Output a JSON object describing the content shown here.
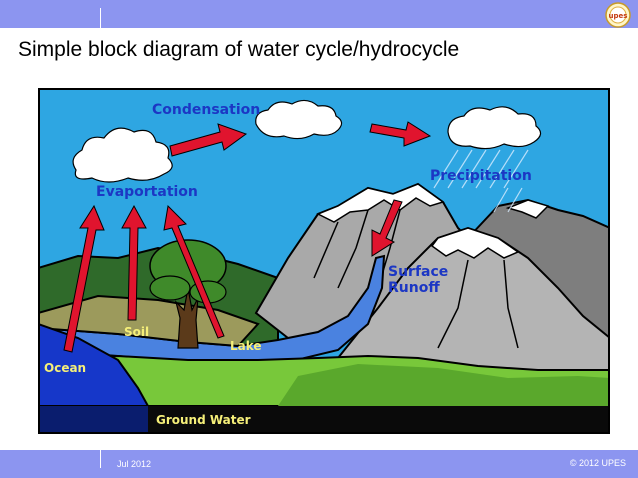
{
  "slide": {
    "title": "Simple block diagram of water cycle/hydrocycle",
    "date": "Jul 2012",
    "copyright": "© 2012 UPES",
    "logo_text": "upes"
  },
  "diagram": {
    "labels": {
      "condensation": "Condensation",
      "evaporation": "Evaportation",
      "precipitation": "Precipitation",
      "surface_runoff_line1": "Surface",
      "surface_runoff_line2": "Runoff",
      "soil": "Soil",
      "lake": "Lake",
      "ocean": "Ocean",
      "ground_water": "Ground Water"
    },
    "colors": {
      "sky": "#2ea6e2",
      "arrow": "#e0142e",
      "label_text": "#1c37c4",
      "label_light": "#f5ef79",
      "ocean": "#1637c9",
      "lake": "#4a82e0",
      "ground_water": "#0a1d6e",
      "grass": "#78c83a",
      "mountain": "#a8a8a8",
      "snow": "#ffffff"
    }
  }
}
